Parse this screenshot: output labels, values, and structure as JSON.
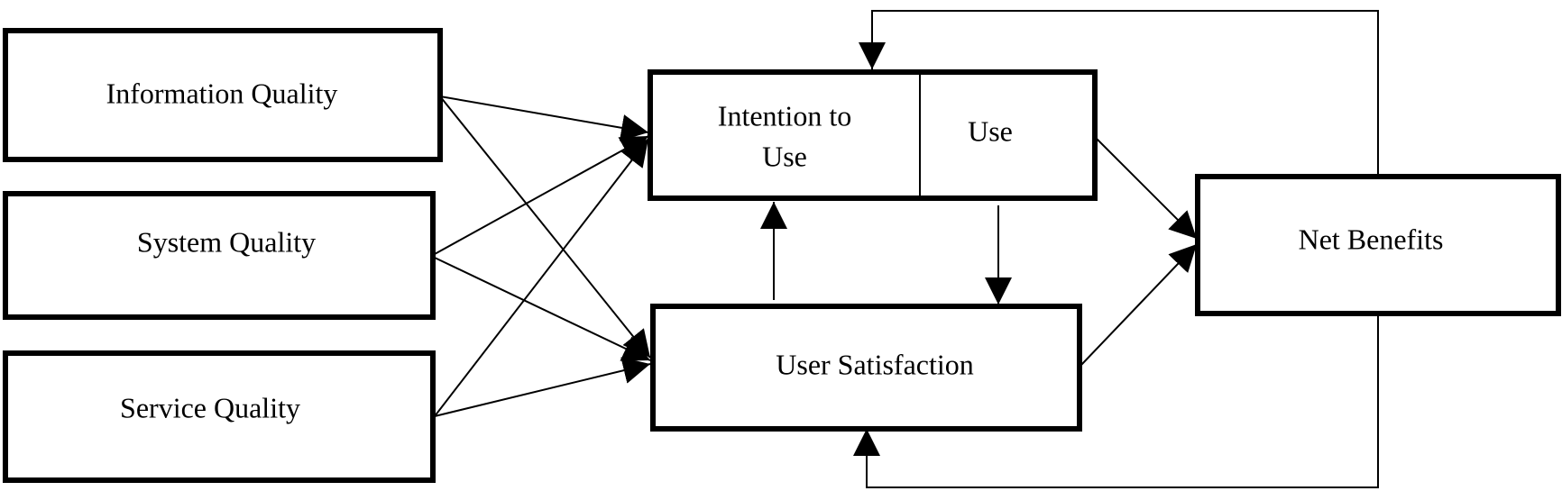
{
  "diagram": {
    "boxes": {
      "information_quality": "Information Quality",
      "system_quality": "System Quality",
      "service_quality": "Service Quality",
      "intention_to_use_line1": "Intention to",
      "intention_to_use_line2": "Use",
      "use": "Use",
      "user_satisfaction": "User Satisfaction",
      "net_benefits": "Net Benefits"
    },
    "connections": [
      {
        "from": "Information Quality",
        "to": "Intention to Use / Use"
      },
      {
        "from": "Information Quality",
        "to": "User Satisfaction"
      },
      {
        "from": "System Quality",
        "to": "Intention to Use / Use"
      },
      {
        "from": "System Quality",
        "to": "User Satisfaction"
      },
      {
        "from": "Service Quality",
        "to": "Intention to Use / Use"
      },
      {
        "from": "Service Quality",
        "to": "User Satisfaction"
      },
      {
        "from": "User Satisfaction",
        "to": "Intention to Use / Use"
      },
      {
        "from": "Use",
        "to": "User Satisfaction"
      },
      {
        "from": "Use",
        "to": "Net Benefits"
      },
      {
        "from": "User Satisfaction",
        "to": "Net Benefits"
      },
      {
        "from": "Net Benefits",
        "to": "Intention to Use / Use"
      },
      {
        "from": "Net Benefits",
        "to": "User Satisfaction"
      }
    ]
  }
}
